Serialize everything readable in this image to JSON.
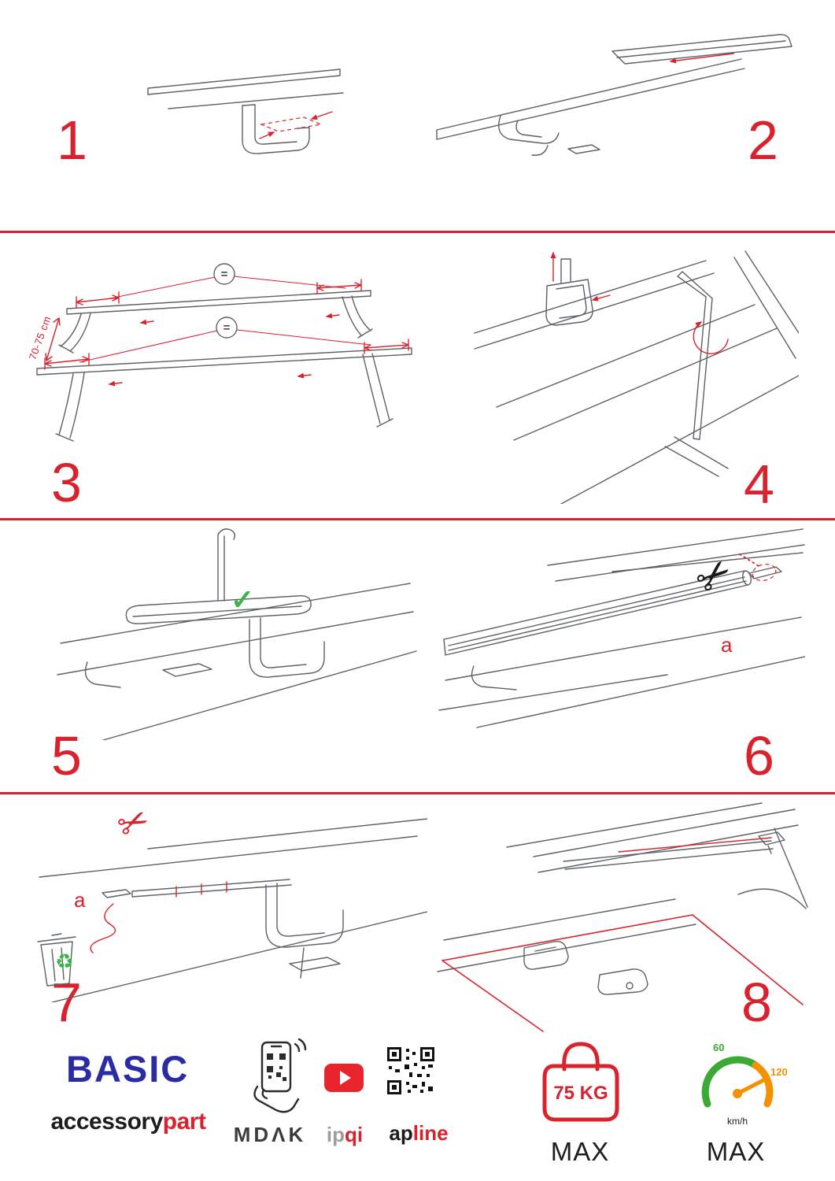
{
  "colors": {
    "accent_red": "#d8232e",
    "brand_blue": "#2b2ba6",
    "check_green": "#3bb54a",
    "gauge_green": "#3aaa35",
    "gauge_orange": "#f39200",
    "line_gray": "#5c6166",
    "youtube_red": "#e8242c"
  },
  "steps": [
    {
      "number": "1"
    },
    {
      "number": "2"
    },
    {
      "number": "3",
      "dimension_label": "70-75 cm",
      "equal_symbol": "="
    },
    {
      "number": "4"
    },
    {
      "number": "5"
    },
    {
      "number": "6",
      "detail_label": "a"
    },
    {
      "number": "7",
      "detail_label": "a"
    },
    {
      "number": "8"
    }
  ],
  "icons": {
    "check": "✓",
    "scissors": "✂",
    "recycle": "♻"
  },
  "footer": {
    "brand_title": "BASIC",
    "brand_sub": {
      "dark": "accessory",
      "red": "part"
    },
    "partners": {
      "mdak": "MDΛK",
      "ipqi": {
        "gray": "ip",
        "red": "qi"
      },
      "apline": {
        "dark": "ap",
        "red": "line"
      }
    },
    "weight": {
      "value": "75 KG",
      "max_label": "MAX"
    },
    "speed": {
      "low": "60",
      "high": "120",
      "unit": "km/h",
      "max_label": "MAX"
    }
  }
}
